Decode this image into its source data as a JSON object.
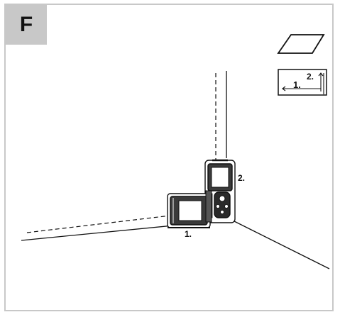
{
  "figure": {
    "letter": "F"
  },
  "labels": {
    "device_bottom": "1.",
    "device_top": "2.",
    "legend_first": "1.",
    "legend_second": "2."
  },
  "icons": {
    "area_mode": "parallelogram-area-icon",
    "measurement_order": "two-step-measurement-icon"
  },
  "colors": {
    "tab_background": "#c8c8c8",
    "line": "#111111"
  }
}
